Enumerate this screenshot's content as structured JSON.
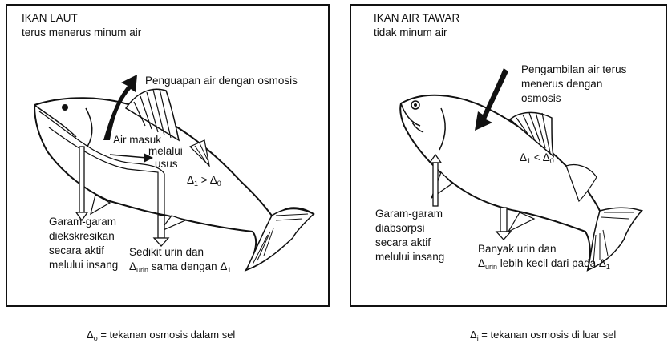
{
  "left": {
    "title": "IKAN LAUT",
    "subtitle": "terus menerus minum air",
    "evaporation": "Penguapan air dengan osmosis",
    "water_in_1": "Air masuk",
    "water_in_2": "melalui",
    "water_in_3": "usus",
    "delta_rel_sub1": "1",
    "delta_rel_op": " > ",
    "delta_rel_sub2": "0",
    "salt_lines": [
      "Garam-garam",
      "diekskresikan",
      "secara aktif",
      "melului insang"
    ],
    "urine_1": "Sedikit urin dan",
    "urine_sub": "urin",
    "urine_2": " sama dengan ",
    "urine_sub2": "1"
  },
  "right": {
    "title": "IKAN AIR TAWAR",
    "subtitle": "tidak minum air",
    "uptake_lines": [
      "Pengambilan air terus",
      "menerus dengan",
      "osmosis"
    ],
    "delta_rel_sub1": "1",
    "delta_rel_op": " < ",
    "delta_rel_sub2": "0",
    "salt_lines": [
      "Garam-garam",
      "diabsorpsi",
      "secara aktif",
      "melului insang"
    ],
    "urine_1": "Banyak urin dan",
    "urine_sub": "urin",
    "urine_2": " lebih kecil dari pada ",
    "urine_sub2": "1"
  },
  "captions": {
    "left_sub": "o",
    "left_text": " = tekanan osmosis dalam sel",
    "right_sub": "i",
    "right_text": " = tekanan osmosis di luar sel"
  },
  "delta_symbol": "Δ"
}
